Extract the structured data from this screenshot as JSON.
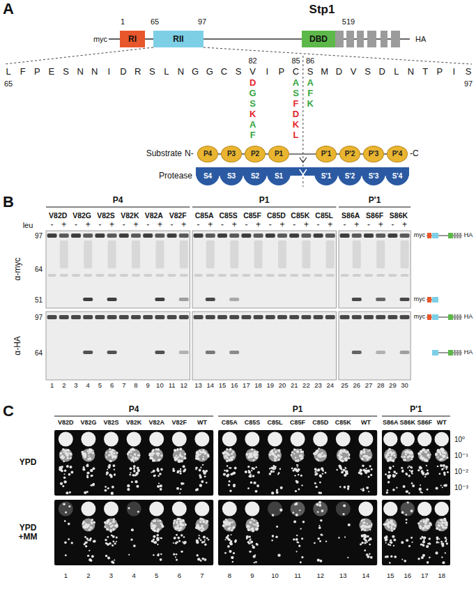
{
  "diagram": {
    "nodes": [
      {
        "text": [
          "RI"
        ]
      },
      {
        "text": [
          "RII"
        ]
      },
      {
        "text": [
          "DBD"
        ]
      },
      {
        "text": [
          "P4"
        ]
      },
      {
        "text": [
          "P3"
        ]
      },
      {
        "text": [
          "P2"
        ]
      },
      {
        "text": [
          "P1"
        ]
      },
      {
        "text": [
          "P'1"
        ]
      },
      {
        "text": [
          "P'2"
        ]
      },
      {
        "text": [
          "P'3"
        ]
      },
      {
        "text": [
          "P'4"
        ]
      },
      {
        "text": [
          "S4"
        ]
      },
      {
        "text": [
          "S3"
        ]
      },
      {
        "text": [
          "S2"
        ]
      },
      {
        "text": [
          "S1"
        ]
      },
      {
        "text": [
          "S'1"
        ]
      },
      {
        "text": [
          "S'2"
        ]
      },
      {
        "text": [
          "S'3"
        ]
      },
      {
        "text": [
          "S'4"
        ]
      }
    ],
    "edges": [
      {
        "from": 0,
        "to": 1,
        "arrow": "none"
      },
      {
        "from": 1,
        "to": 2,
        "arrow": "none"
      },
      {
        "from": 3,
        "to": 4,
        "arrow": "none"
      },
      {
        "from": 4,
        "to": 5,
        "arrow": "none"
      },
      {
        "from": 5,
        "to": 6,
        "arrow": "none"
      },
      {
        "from": 6,
        "to": 7,
        "arrow": "none"
      },
      {
        "from": 7,
        "to": 8,
        "arrow": "none"
      },
      {
        "from": 8,
        "to": 9,
        "arrow": "none"
      },
      {
        "from": 9,
        "to": 10,
        "arrow": "none"
      }
    ],
    "labels": [
      "A",
      "Stp1",
      "1",
      "65",
      "97",
      "519",
      "myc",
      "HA",
      "L",
      "F",
      "P",
      "E",
      "S",
      "N",
      "N",
      "I",
      "D",
      "R",
      "S",
      "L",
      "N",
      "G",
      "G",
      "C",
      "S",
      "V",
      "I",
      "P",
      "C",
      "S",
      "M",
      "D",
      "V",
      "S",
      "D",
      "L",
      "N",
      "T",
      "P",
      "I",
      "S",
      "65",
      "97",
      "82",
      "85",
      "86",
      "D",
      "G",
      "S",
      "K",
      "A",
      "F",
      "A",
      "S",
      "F",
      "D",
      "K",
      "L",
      "A",
      "F",
      "K",
      "Substrate",
      "N-",
      "-C",
      "Protease",
      "B",
      "P4",
      "P1",
      "P'1",
      "V82D",
      "V82G",
      "V82S",
      "V82K",
      "V82A",
      "V82F",
      "C85A",
      "C85S",
      "C85F",
      "C85D",
      "C85K",
      "C85L",
      "S86A",
      "S86F",
      "S86K",
      "leu",
      "-",
      "+",
      "-",
      "+",
      "-",
      "+",
      "-",
      "+",
      "-",
      "+",
      "-",
      "+",
      "-",
      "+",
      "-",
      "+",
      "-",
      "+",
      "-",
      "+",
      "-",
      "+",
      "-",
      "+",
      "-",
      "+",
      "-",
      "+",
      "-",
      "+",
      "α-myc",
      "α-HA",
      "97",
      "64",
      "51",
      "97",
      "64",
      "1",
      "2",
      "3",
      "4",
      "5",
      "6",
      "7",
      "8",
      "9",
      "10",
      "11",
      "12",
      "13",
      "14",
      "15",
      "16",
      "17",
      "18",
      "19",
      "20",
      "21",
      "22",
      "23",
      "24",
      "25",
      "26",
      "27",
      "28",
      "29",
      "30",
      "myc",
      "HA",
      "myc",
      "myc",
      "HA",
      "HA",
      "C",
      "P4",
      "P1",
      "P'1",
      "V82D",
      "V82G",
      "V82S",
      "V82K",
      "V82A",
      "V82F",
      "WT",
      "C85A",
      "C85S",
      "C85L",
      "C85F",
      "C85D",
      "C85K",
      "WT",
      "S86A",
      "S86K",
      "S86F",
      "WT",
      "YPD",
      "YPD +MM",
      "10⁰",
      "10⁻¹",
      "10⁻²",
      "10⁻³",
      "1",
      "2",
      "3",
      "4",
      "5",
      "6",
      "7",
      "8",
      "9",
      "10",
      "11",
      "12",
      "13",
      "14",
      "15",
      "16",
      "17",
      "18"
    ]
  }
}
